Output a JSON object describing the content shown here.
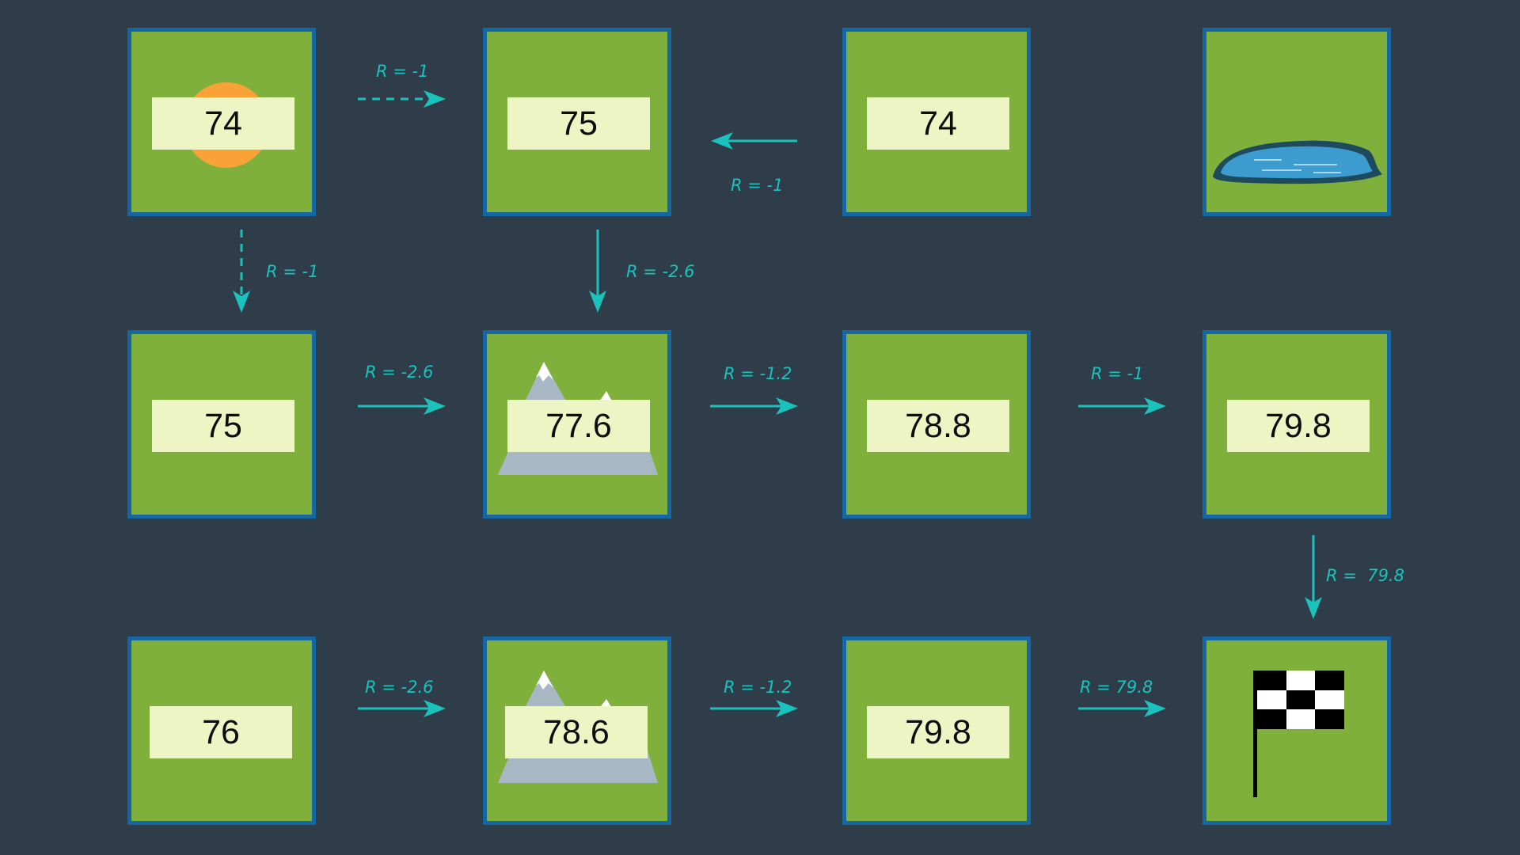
{
  "colors": {
    "background": "#2f3c49",
    "tile_fill": "#80b03c",
    "tile_border": "#1467a3",
    "label_fill": "#eef5c4",
    "arrow": "#19c3bb",
    "sun": "#f8a238",
    "lake": "#3d9ccf",
    "mountain": "#a7b7c3"
  },
  "tiles": [
    {
      "id": "r1c1",
      "value": "74",
      "icon": "sun-icon"
    },
    {
      "id": "r1c2",
      "value": "75",
      "icon": ""
    },
    {
      "id": "r1c3",
      "value": "74",
      "icon": ""
    },
    {
      "id": "r1c4",
      "value": "",
      "icon": "lake-icon"
    },
    {
      "id": "r2c1",
      "value": "75",
      "icon": ""
    },
    {
      "id": "r2c2",
      "value": "77.6",
      "icon": "mountain-icon"
    },
    {
      "id": "r2c3",
      "value": "78.8",
      "icon": ""
    },
    {
      "id": "r2c4",
      "value": "79.8",
      "icon": ""
    },
    {
      "id": "r3c1",
      "value": "76",
      "icon": ""
    },
    {
      "id": "r3c2",
      "value": "78.6",
      "icon": "mountain-icon"
    },
    {
      "id": "r3c3",
      "value": "79.8",
      "icon": ""
    },
    {
      "id": "r3c4",
      "value": "",
      "icon": "checkered-flag-icon"
    }
  ],
  "transitions": [
    {
      "from": "r1c1",
      "to": "r1c2",
      "reward": "R = -1",
      "style": "dashed"
    },
    {
      "from": "r1c3",
      "to": "r1c2",
      "reward": "R = -1",
      "style": "solid"
    },
    {
      "from": "r1c1",
      "to": "r2c1",
      "reward": "R = -1",
      "style": "dashed"
    },
    {
      "from": "r1c2",
      "to": "r2c2",
      "reward": "R = -2.6",
      "style": "solid"
    },
    {
      "from": "r2c1",
      "to": "r2c2",
      "reward": "R = -2.6",
      "style": "solid"
    },
    {
      "from": "r2c2",
      "to": "r2c3",
      "reward": "R = -1.2",
      "style": "solid"
    },
    {
      "from": "r2c3",
      "to": "r2c4",
      "reward": "R = -1",
      "style": "solid"
    },
    {
      "from": "r2c4",
      "to": "r3c4",
      "reward": "R =  79.8",
      "style": "solid"
    },
    {
      "from": "r3c1",
      "to": "r3c2",
      "reward": "R = -2.6",
      "style": "solid"
    },
    {
      "from": "r3c2",
      "to": "r3c3",
      "reward": "R = -1.2",
      "style": "solid"
    },
    {
      "from": "r3c3",
      "to": "r3c4",
      "reward": "R = 79.8",
      "style": "solid"
    }
  ]
}
